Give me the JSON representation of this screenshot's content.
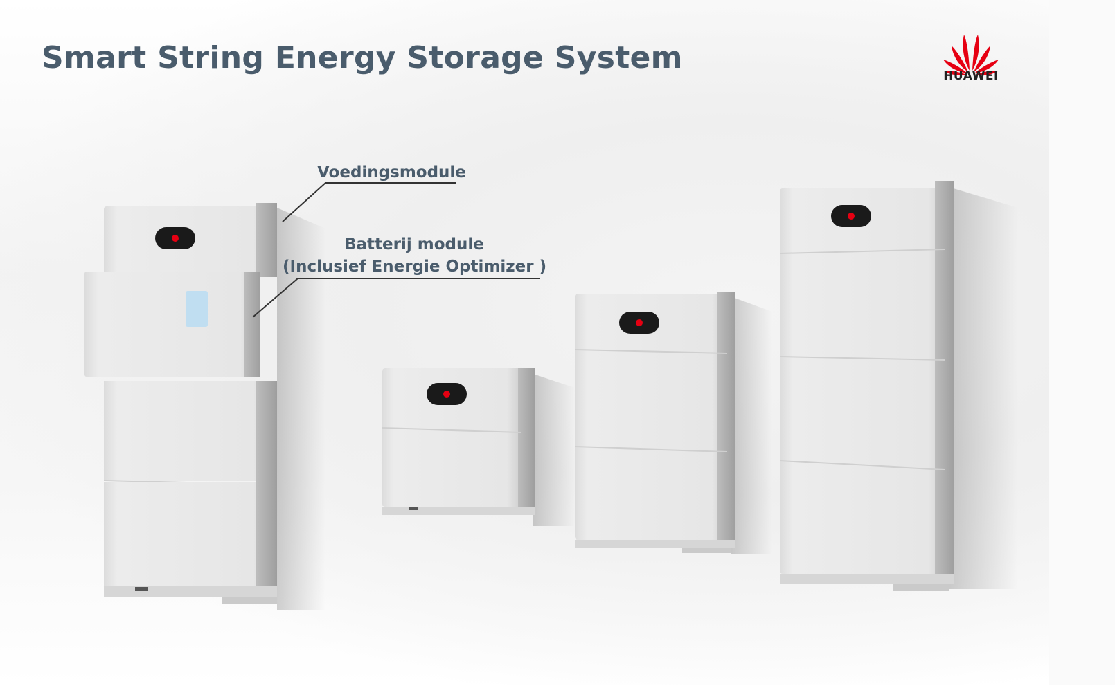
{
  "title": "Smart String Energy Storage System",
  "brand": {
    "name": "HUAWEI",
    "logo_color": "#e60012"
  },
  "callouts": {
    "power_module": "Voedingsmodule",
    "battery_module_line1": "Batterij module",
    "battery_module_line2": "(Inclusief Energie Optimizer )"
  },
  "colors": {
    "title": "#4a5c6c",
    "unit_body": "#e9e9e9",
    "panel": "#1a1a1a"
  }
}
